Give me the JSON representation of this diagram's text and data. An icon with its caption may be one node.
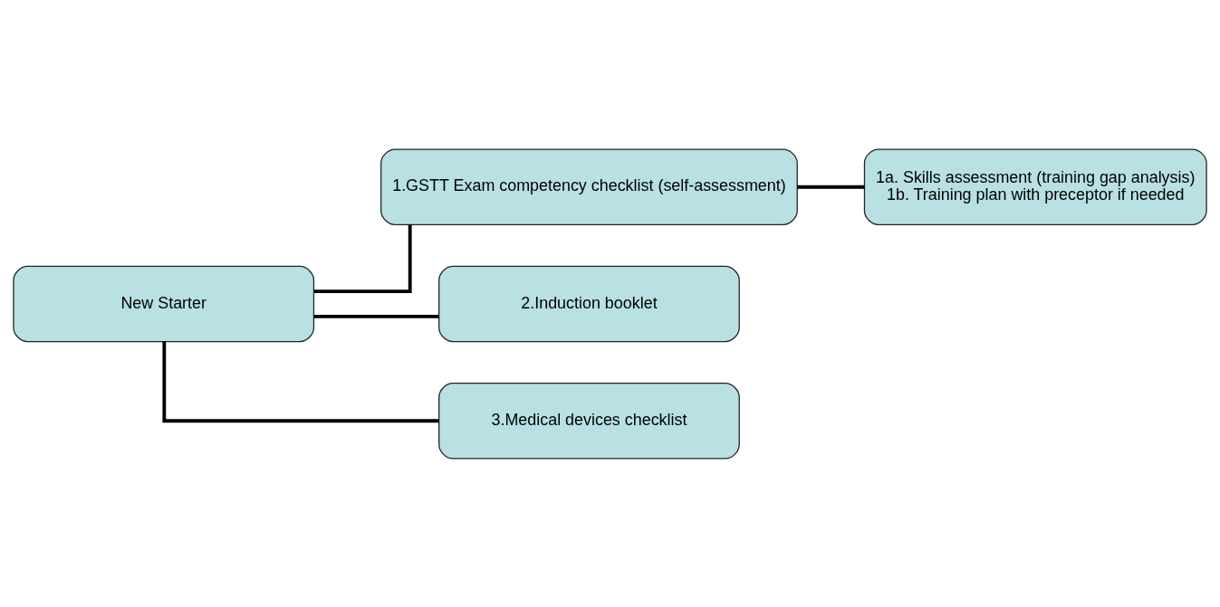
{
  "diagram": {
    "nodes": [
      {
        "text": [
          "New Starter"
        ]
      },
      {
        "text": [
          "1.GSTT Exam competency checklist (self-assessment)"
        ]
      },
      {
        "text": [
          "1a. Skills assessment (training gap analysis)",
          "1b. Training plan with preceptor if needed"
        ]
      },
      {
        "text": [
          "2.Induction booklet"
        ]
      },
      {
        "text": [
          "3.Medical devices checklist"
        ]
      }
    ],
    "edges": [
      {
        "from": 0,
        "to": 1,
        "arrow": "none"
      },
      {
        "from": 1,
        "to": 2,
        "arrow": "none"
      },
      {
        "from": 0,
        "to": 3,
        "arrow": "none"
      },
      {
        "from": 0,
        "to": 4,
        "arrow": "none"
      }
    ]
  }
}
